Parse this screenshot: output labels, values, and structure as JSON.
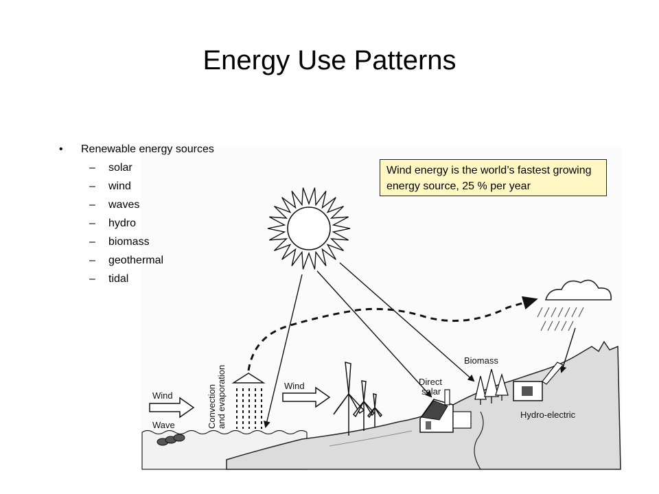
{
  "slide": {
    "title": "Energy Use Patterns",
    "bullet": "Renewable energy sources",
    "sources": [
      "solar",
      "wind",
      "waves",
      "hydro",
      "biomass",
      "geothermal",
      "tidal"
    ],
    "callout": "Wind energy is the world’s fastest growing energy source, 25 % per year"
  },
  "diagram": {
    "labels": {
      "wind_left": "Wind",
      "wave": "Wave",
      "convection": "Convection",
      "evaporation": "and evaporation",
      "wind_mid": "Wind",
      "direct": "Direct",
      "solar": "solar",
      "biomass": "Biomass",
      "hydro": "Hydro-electric"
    }
  }
}
